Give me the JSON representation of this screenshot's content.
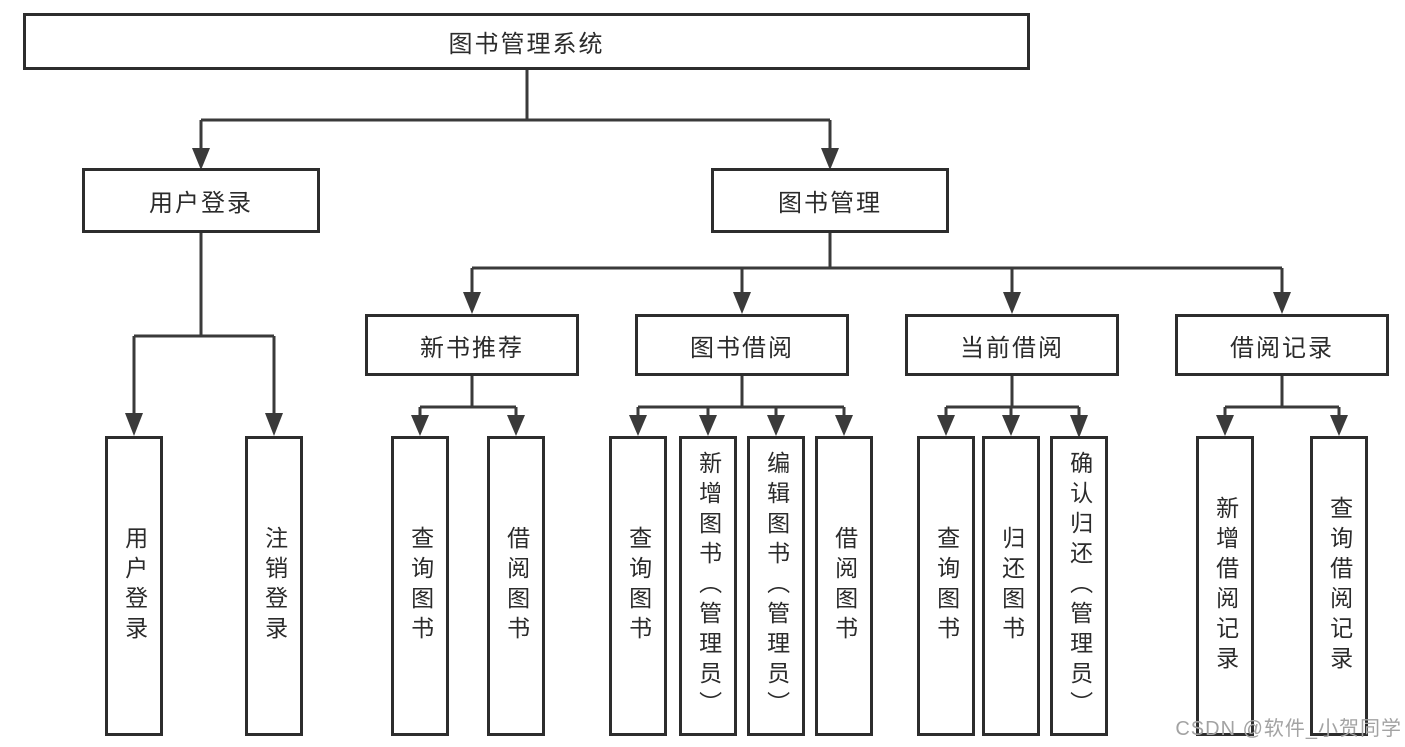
{
  "diagram": {
    "title": "图书管理系统",
    "user_login": {
      "label": "用户登录",
      "children": [
        {
          "label": "用户登录"
        },
        {
          "label": "注销登录"
        }
      ]
    },
    "book_management": {
      "label": "图书管理",
      "modules": [
        {
          "label": "新书推荐",
          "children": [
            {
              "label": "查询图书"
            },
            {
              "label": "借阅图书"
            }
          ]
        },
        {
          "label": "图书借阅",
          "children": [
            {
              "label": "查询图书"
            },
            {
              "label": "新增图书（管理员）"
            },
            {
              "label": "编辑图书（管理员）"
            },
            {
              "label": "借阅图书"
            }
          ]
        },
        {
          "label": "当前借阅",
          "children": [
            {
              "label": "查询图书"
            },
            {
              "label": "归还图书"
            },
            {
              "label": "确认归还（管理员）"
            }
          ]
        },
        {
          "label": "借阅记录",
          "children": [
            {
              "label": "新增借阅记录"
            },
            {
              "label": "查询借阅记录"
            }
          ]
        }
      ]
    }
  },
  "watermark": "CSDN @软件_小贺同学",
  "colors": {
    "line": "#3a3a3a",
    "border": "#2d2d2d",
    "text": "#2b2b2b",
    "watermark_gray": "#a3a3a3",
    "background": "#ffffff"
  }
}
